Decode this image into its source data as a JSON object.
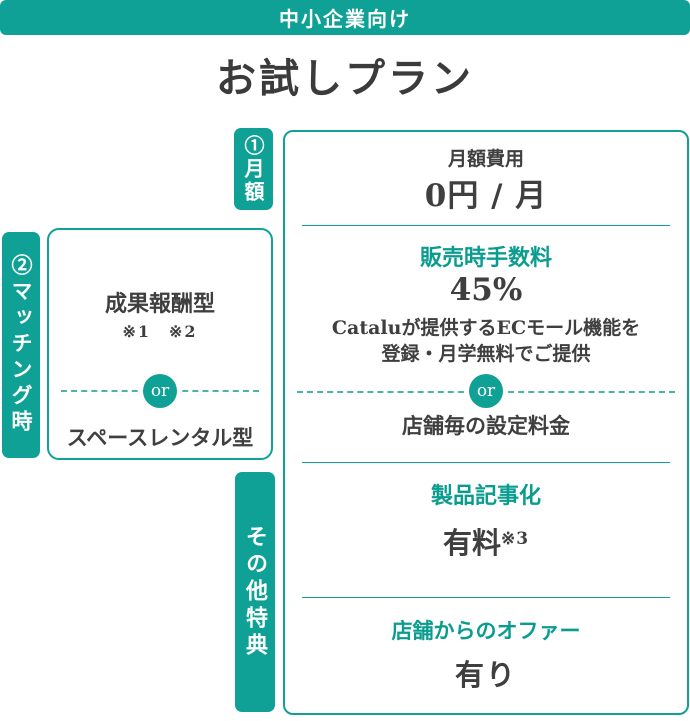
{
  "colors": {
    "teal": "#0fa195",
    "teal_text": "#0b9c90",
    "dark_text": "#3f3f3f",
    "white": "#ffffff"
  },
  "banner": {
    "label": "中小企業向け"
  },
  "title": "お試しプラン",
  "side_labels": {
    "monthly": "①月額",
    "matching": "②マッチング時",
    "other": "その他特典"
  },
  "matching_box": {
    "option1": "成果報酬型",
    "option1_notes": "※1　※2",
    "or": "or",
    "option2": "スペースレンタル型"
  },
  "plan_box": {
    "monthly_fee": {
      "label": "月額費用",
      "value": "0円 / 月"
    },
    "sales_fee": {
      "label": "販売時手数料",
      "value": "45%",
      "desc_line1": "Cataluが提供するECモール機能を",
      "desc_line2": "登録・月学無料でご提供",
      "or": "or",
      "alt": "店舗毎の設定料金"
    },
    "article": {
      "label": "製品記事化",
      "value": "有料",
      "note": "※3"
    },
    "offer": {
      "label": "店舗からのオファー",
      "value": "有り"
    }
  }
}
